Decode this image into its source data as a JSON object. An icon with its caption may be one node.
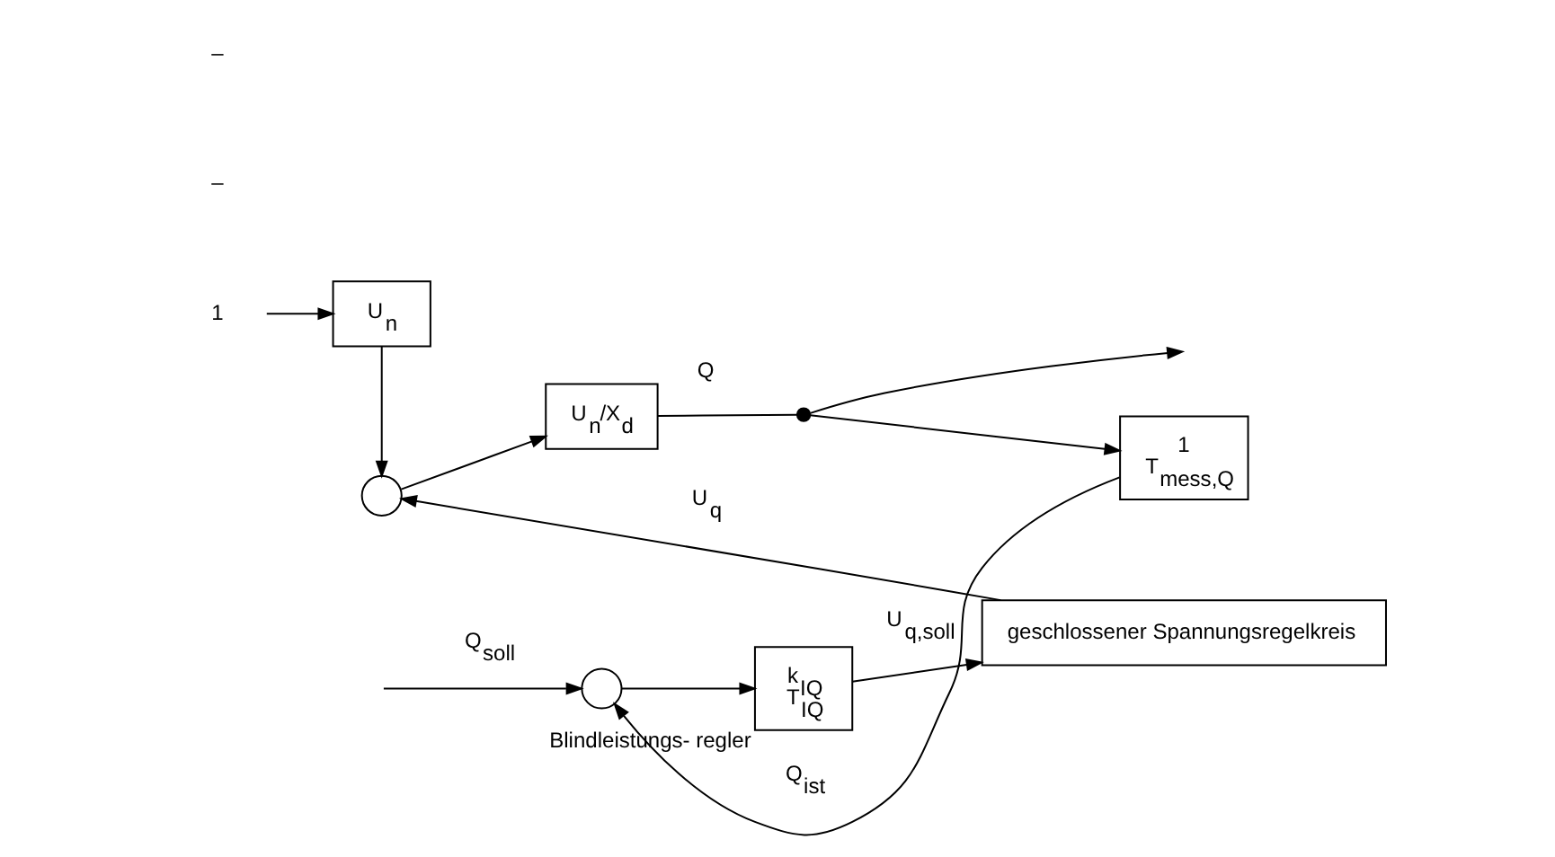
{
  "diagram": {
    "nodes": [
      {
        "text": [
          "1"
        ]
      },
      {
        "text": [
          "U$_{n}$"
        ]
      },
      {
        "text": [],
        "shape": "circle"
      },
      {
        "text": [
          "k$_{IQ}$",
          "T$_{IQ}$"
        ],
        "beside": [
          "Blindleistungs- regler"
        ]
      },
      {
        "text": [
          "geschlossener Spannungsregelkreis"
        ]
      },
      {
        "text": [],
        "shape": "circle"
      },
      {
        "text": [
          "U$_{n}$/X$_{d}$"
        ]
      },
      {
        "text": [],
        "shape": "dot"
      },
      {
        "text": [
          "1",
          "T$_{mess,Q}$"
        ]
      }
    ],
    "edges": [
      {
        "from": null,
        "to": 2,
        "arrow": "to",
        "label": "Q$_{soll}$"
      },
      {
        "from": 2,
        "to": 3,
        "arrow": "to"
      },
      {
        "from": 3,
        "to": 4,
        "arrow": "to",
        "label": "U$_{q,soll}$"
      },
      {
        "from": 4,
        "to": 5,
        "arrow": "to",
        "label": "U$_{q}$"
      },
      {
        "from": 0,
        "to": 1,
        "arrow": "to"
      },
      {
        "from": 1,
        "to": 5,
        "arrow": "to"
      },
      {
        "from": 5,
        "to": 6,
        "arrow": "to"
      },
      {
        "from": 6,
        "to": 7,
        "arrow": "none",
        "label": "Q"
      },
      {
        "from": 7,
        "to": null,
        "arrow": "to"
      },
      {
        "from": 7,
        "to": 8,
        "arrow": "to"
      },
      {
        "from": 8,
        "to": 2,
        "arrow": "to",
        "label": "Q$_{ist}$"
      }
    ],
    "labels": [
      "–",
      "–"
    ]
  }
}
